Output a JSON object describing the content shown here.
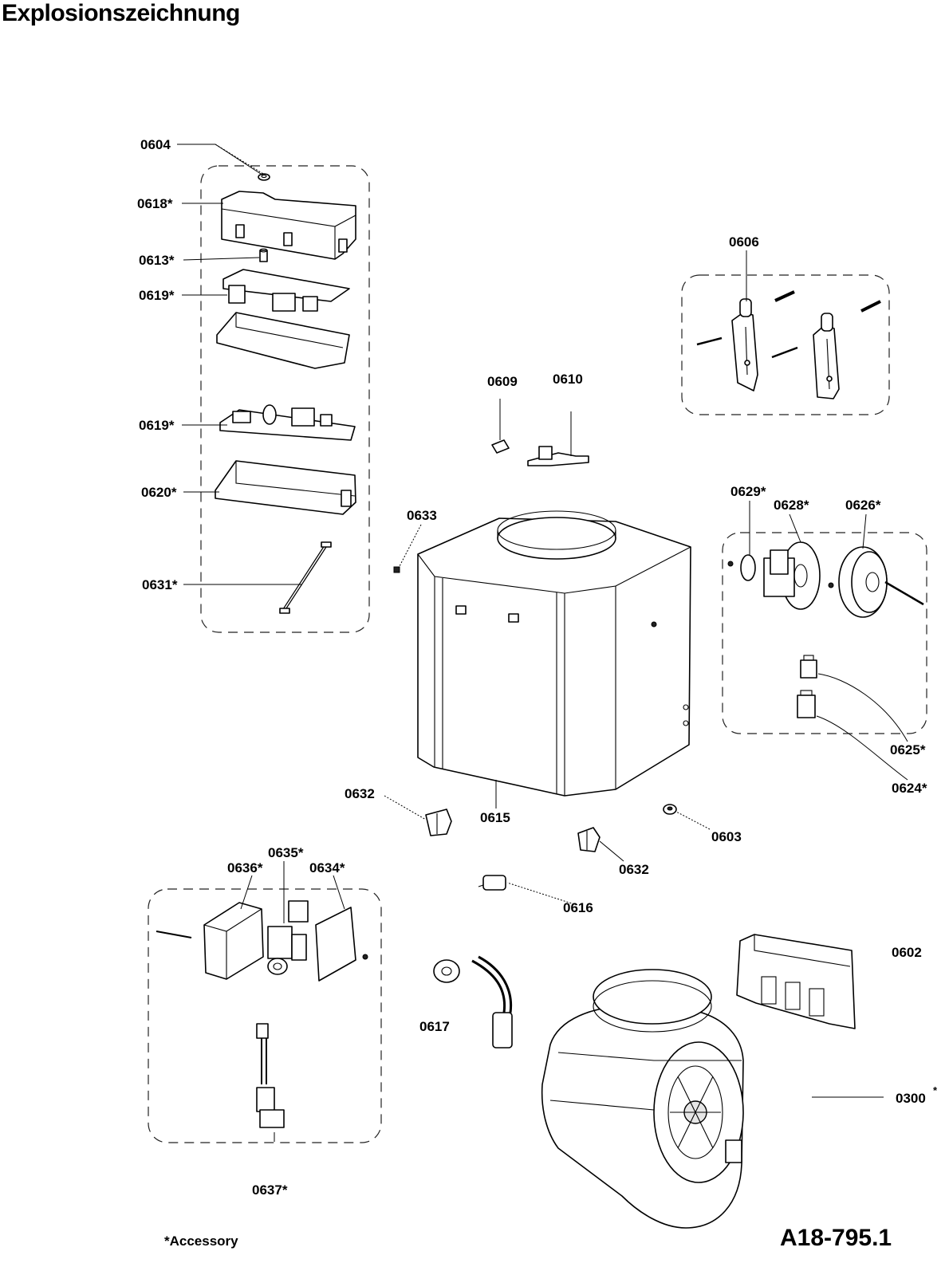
{
  "title": "Explosionszeichnung",
  "drawing_number": "A18-795.1",
  "footnote": "*Accessory",
  "labels": {
    "l0604": "0604",
    "l0618": "0618*",
    "l0613": "0613*",
    "l0619a": "0619*",
    "l0619b": "0619*",
    "l0620": "0620*",
    "l0631": "0631*",
    "l0606": "0606",
    "l0609": "0609",
    "l0610": "0610",
    "l0633": "0633",
    "l0629": "0629*",
    "l0628": "0628*",
    "l0626": "0626*",
    "l0625": "0625*",
    "l0624": "0624*",
    "l0632a": "0632",
    "l0615": "0615",
    "l0603": "0603",
    "l0632b": "0632",
    "l0616": "0616",
    "l0635": "0635*",
    "l0636": "0636*",
    "l0634": "0634*",
    "l0602": "0602",
    "l0617": "0617",
    "l0300": "0300",
    "l0300star": "*",
    "l0637": "0637*"
  }
}
